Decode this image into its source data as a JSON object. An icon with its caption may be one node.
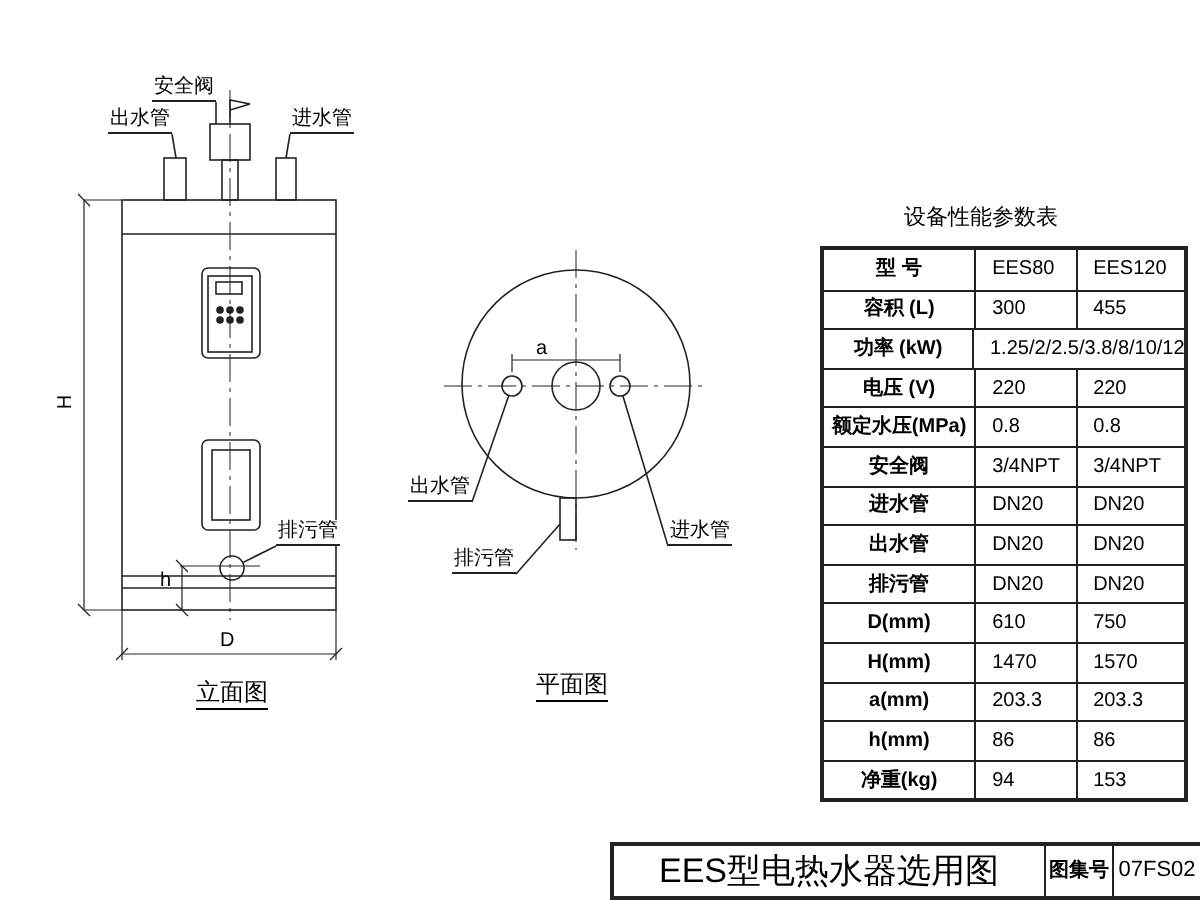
{
  "diagram": {
    "title": "EES型电热水器选用图",
    "nodes": [
      {
        "text": [
          "安全阀"
        ]
      },
      {
        "text": [
          "出水管"
        ]
      },
      {
        "text": [
          "进水管"
        ]
      },
      {
        "text": [
          "排污管"
        ]
      },
      {
        "text": [
          "出水管"
        ]
      },
      {
        "text": [
          "排污管"
        ]
      },
      {
        "text": [
          "进水管"
        ]
      },
      {
        "text": [],
        "shape": "box"
      },
      {
        "text": [],
        "shape": "box"
      },
      {
        "text": [],
        "shape": "box"
      },
      {
        "text": [],
        "shape": "circle"
      },
      {
        "text": [],
        "shape": "circle"
      },
      {
        "text": [],
        "shape": "box"
      },
      {
        "text": [],
        "shape": "circle"
      }
    ],
    "edges": [
      {
        "from": 0,
        "to": 7,
        "arrow": "none"
      },
      {
        "from": 1,
        "to": 8,
        "arrow": "none"
      },
      {
        "from": 2,
        "to": 9,
        "arrow": "none"
      },
      {
        "from": 3,
        "to": 10,
        "arrow": "none"
      },
      {
        "from": 4,
        "to": 11,
        "arrow": "none"
      },
      {
        "from": 5,
        "to": 12,
        "arrow": "none"
      },
      {
        "from": 6,
        "to": 13,
        "arrow": "none"
      }
    ],
    "labels": [
      "H",
      "h",
      "D",
      "立面图",
      "a",
      "平面图",
      "设备性能参数表",
      "型 号",
      "EES80",
      "EES120",
      "容积 (L)",
      "300",
      "455",
      "功率 (kW)",
      "1.25/2/2.5/3.8/8/10/12",
      "电压 (V)",
      "220",
      "220",
      "额定水压(MPa)",
      "0.8",
      "0.8",
      "安全阀",
      "3/4NPT",
      "3/4NPT",
      "进水管",
      "DN20",
      "DN20",
      "出水管",
      "DN20",
      "DN20",
      "排污管",
      "DN20",
      "DN20",
      "D(mm)",
      "610",
      "750",
      "H(mm)",
      "1470",
      "1570",
      "a(mm)",
      "203.3",
      "203.3",
      "h(mm)",
      "86",
      "86",
      "净重(kg)",
      "94",
      "153",
      "图集号",
      "07FS02"
    ]
  }
}
